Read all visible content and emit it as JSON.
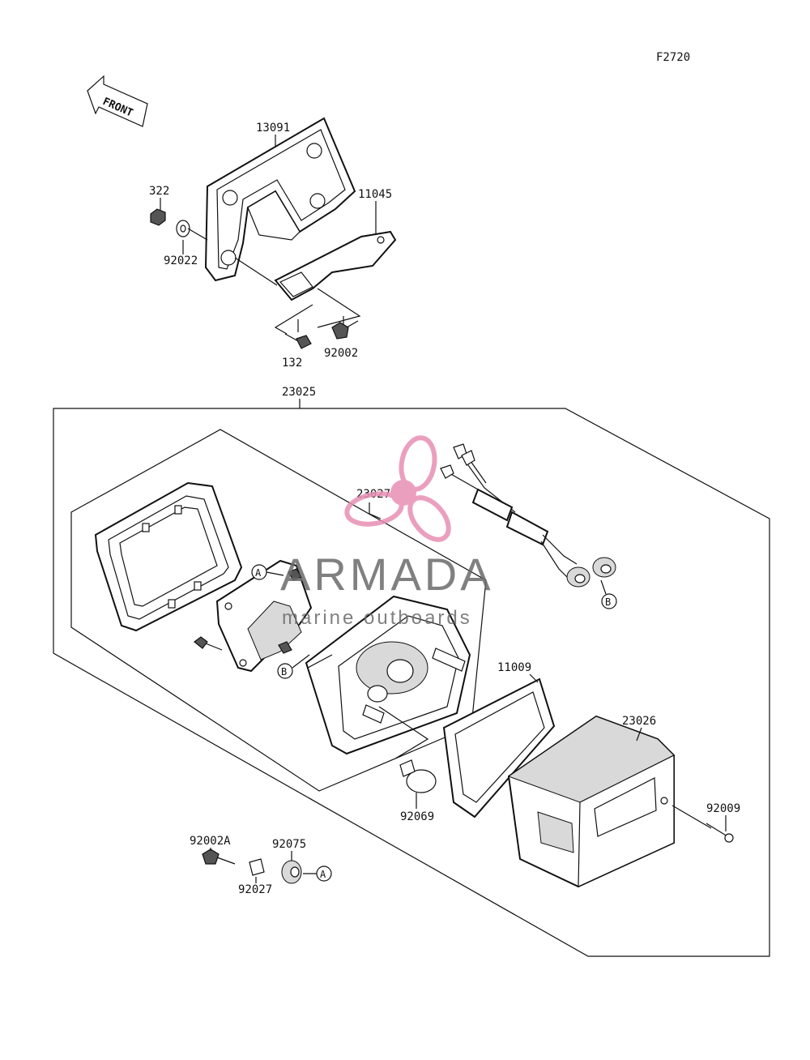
{
  "figure_code": "F2720",
  "front_arrow_label": "FRONT",
  "parts": {
    "p13091": "13091",
    "p322": "322",
    "p92022": "92022",
    "p11045": "11045",
    "p132": "132",
    "p92002": "92002",
    "p23025": "23025",
    "p23027": "23027",
    "p11009": "11009",
    "p23026": "23026",
    "p92009": "92009",
    "p92069": "92069",
    "p92002A": "92002A",
    "p92075": "92075",
    "p92027": "92027"
  },
  "callouts": {
    "a1": "A",
    "a2": "A",
    "b1": "B",
    "b2": "B"
  },
  "watermark": {
    "brand": "ARMADA",
    "tagline": "marine outboards",
    "logo_color": "#e88fb4"
  }
}
